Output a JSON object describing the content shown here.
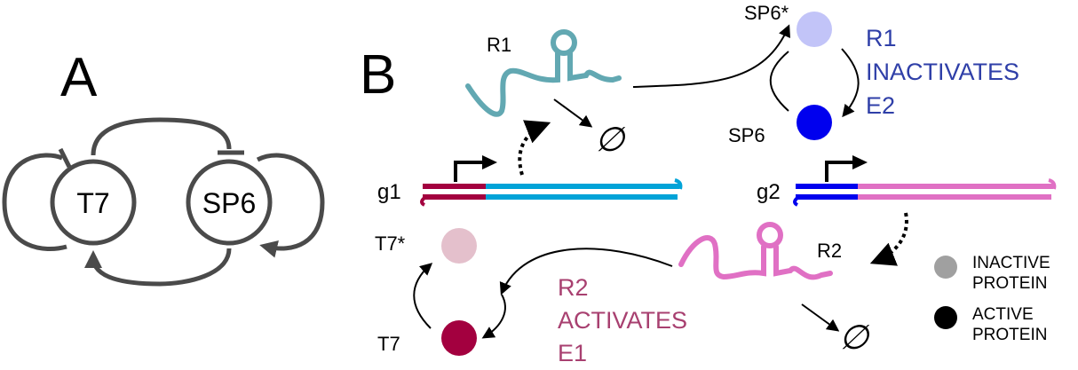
{
  "panel_a": {
    "label": "A",
    "nodes": [
      "T7",
      "SP6"
    ]
  },
  "panel_b": {
    "label": "B",
    "genes": [
      "g1",
      "g2"
    ],
    "rnas": [
      "R1",
      "R2"
    ],
    "proteins": {
      "sp6_active": "SP6",
      "sp6_inactive": "SP6*",
      "t7_active": "T7",
      "t7_inactive": "T7*"
    },
    "degradation_symbol": "∅",
    "annotation_r1": [
      "R1",
      "INACTIVATES",
      "E2"
    ],
    "annotation_r2": [
      "R2",
      "ACTIVATES",
      "E1"
    ],
    "legend": {
      "inactive": [
        "INACTIVE",
        "PROTEIN"
      ],
      "active": [
        "ACTIVE",
        "PROTEIN"
      ]
    }
  },
  "colors": {
    "gray": "#4a4a4a",
    "teal": "#62a8b2",
    "crimson": "#a3003f",
    "cyan": "#00a3d8",
    "blue": "#0000ee",
    "pink": "#e070c4",
    "lavender": "#c2c4f8",
    "lightpink": "#e4c0cc",
    "blue_text": "#2f3fa8",
    "crimson_text": "#a84070"
  }
}
